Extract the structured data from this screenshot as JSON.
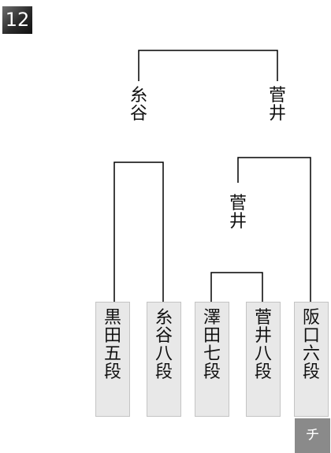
{
  "match_number": "12",
  "final": {
    "left_winner": "糸谷",
    "right_winner": "菅井"
  },
  "semifinal": {
    "right_winner": "菅井"
  },
  "players": [
    {
      "name": "黒田五段"
    },
    {
      "name": "糸谷八段"
    },
    {
      "name": "澤田七段"
    },
    {
      "name": "菅井八段"
    },
    {
      "name": "阪口六段"
    }
  ],
  "corner_tag": "チ"
}
